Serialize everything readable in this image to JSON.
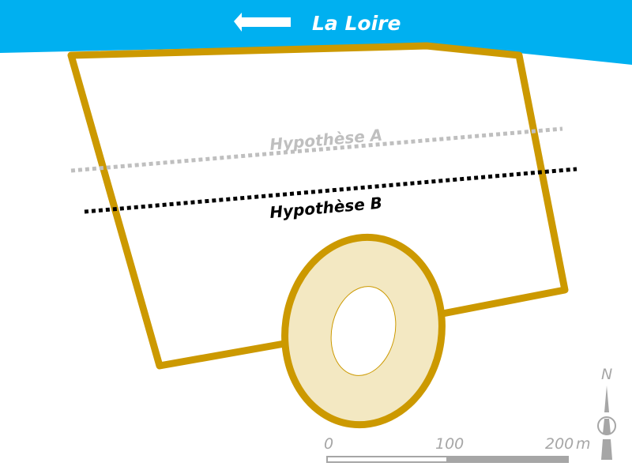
{
  "river": {
    "label": "La Loire",
    "color": "#00b0f0",
    "arrow_icon": "arrow-left"
  },
  "hypotheses": [
    {
      "label": "Hypothèse A",
      "color": "#bfbfbf"
    },
    {
      "label": "Hypothèse B",
      "color": "#000000"
    }
  ],
  "enclosure": {
    "stroke": "#cc9900",
    "ring_fill": "#f3e8c2"
  },
  "scale": {
    "labels": [
      "0",
      "100",
      "200"
    ],
    "unit": "m"
  },
  "north": {
    "label": "N"
  }
}
